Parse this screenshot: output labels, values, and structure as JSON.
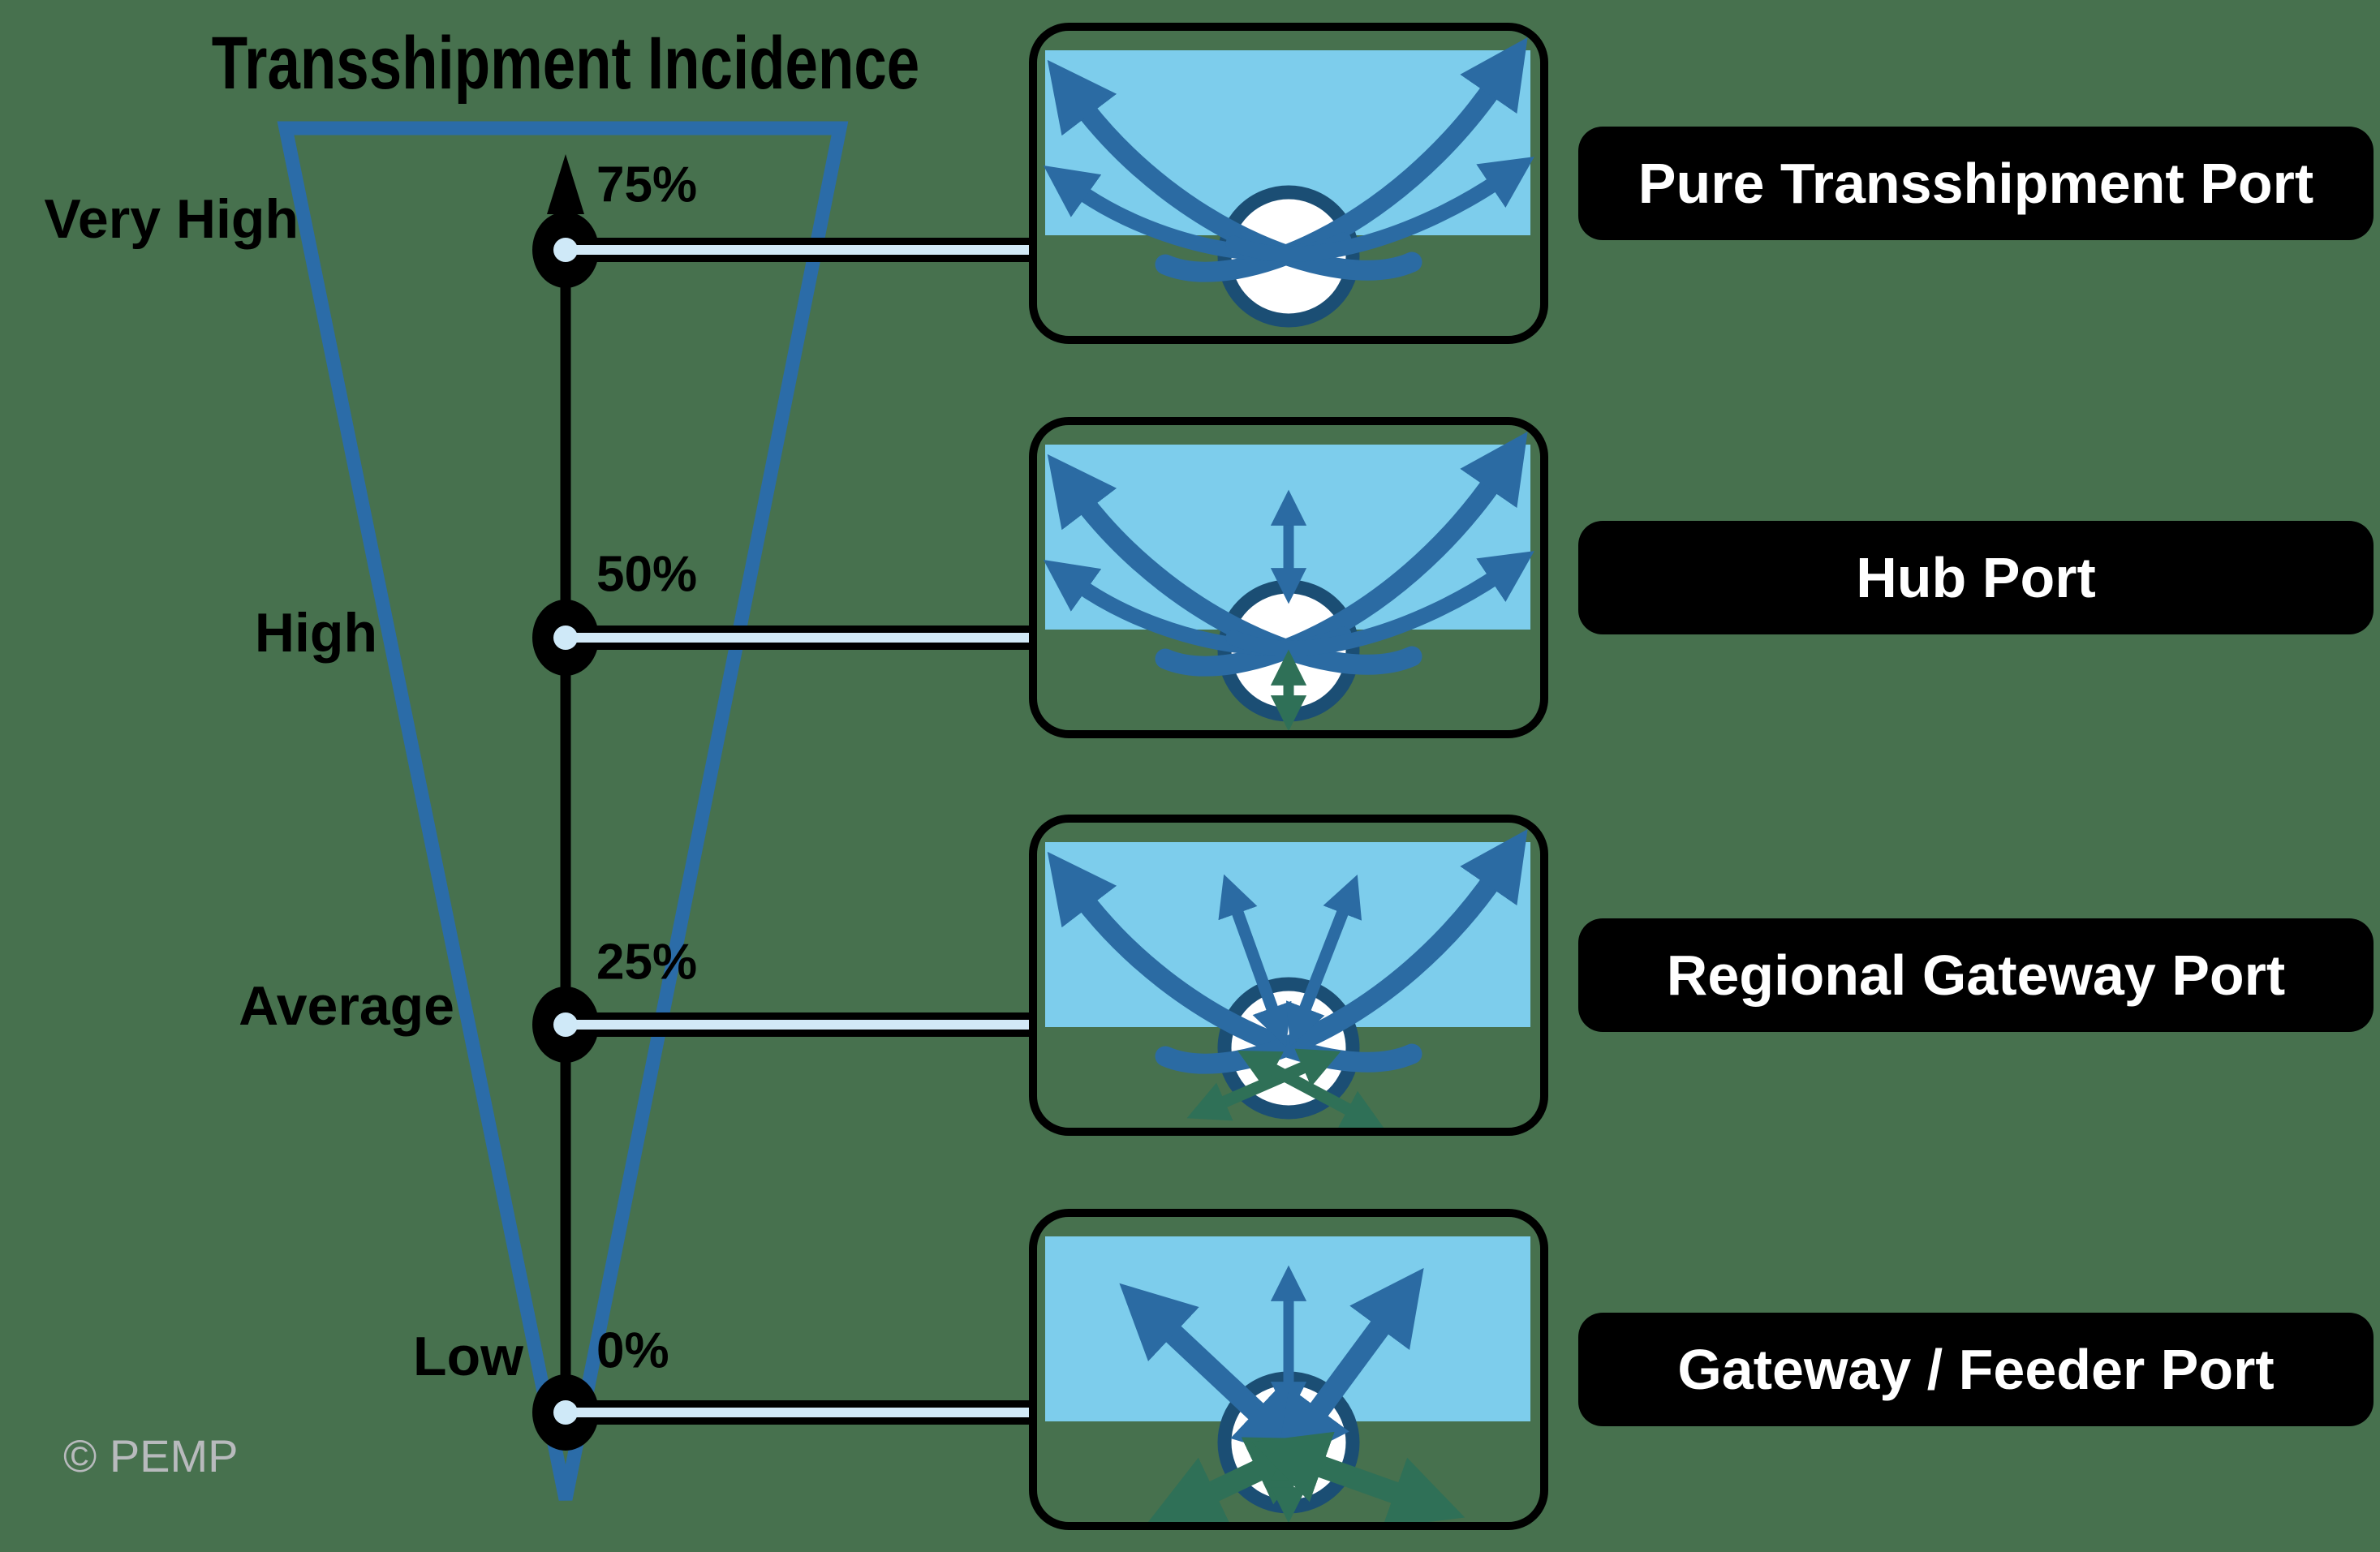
{
  "title": "Transshipment Incidence",
  "copyright": "© PEMP",
  "axis": {
    "levels": [
      {
        "label": "Very High",
        "tick": "75%"
      },
      {
        "label": "High",
        "tick": "50%"
      },
      {
        "label": "Average",
        "tick": "25%"
      },
      {
        "label": "Low",
        "tick": "0%"
      }
    ]
  },
  "ports": [
    {
      "name": "Pure Transshipment Port"
    },
    {
      "name": "Hub Port"
    },
    {
      "name": "Regional Gateway Port"
    },
    {
      "name": "Gateway / Feeder Port"
    }
  ],
  "colors": {
    "background": "#47714E",
    "funnel_blue": "#2B6CA8",
    "arrow_blue": "#2B6BA3",
    "arrow_green": "#2F7057",
    "sea_blue": "#7DCDEC",
    "port_ring_navy": "#1B4E74",
    "connector_core": "#D2E9F7",
    "label_bar": "#000000",
    "label_text": "#FFFFFF",
    "copyright_gray": "#B8BABD"
  }
}
